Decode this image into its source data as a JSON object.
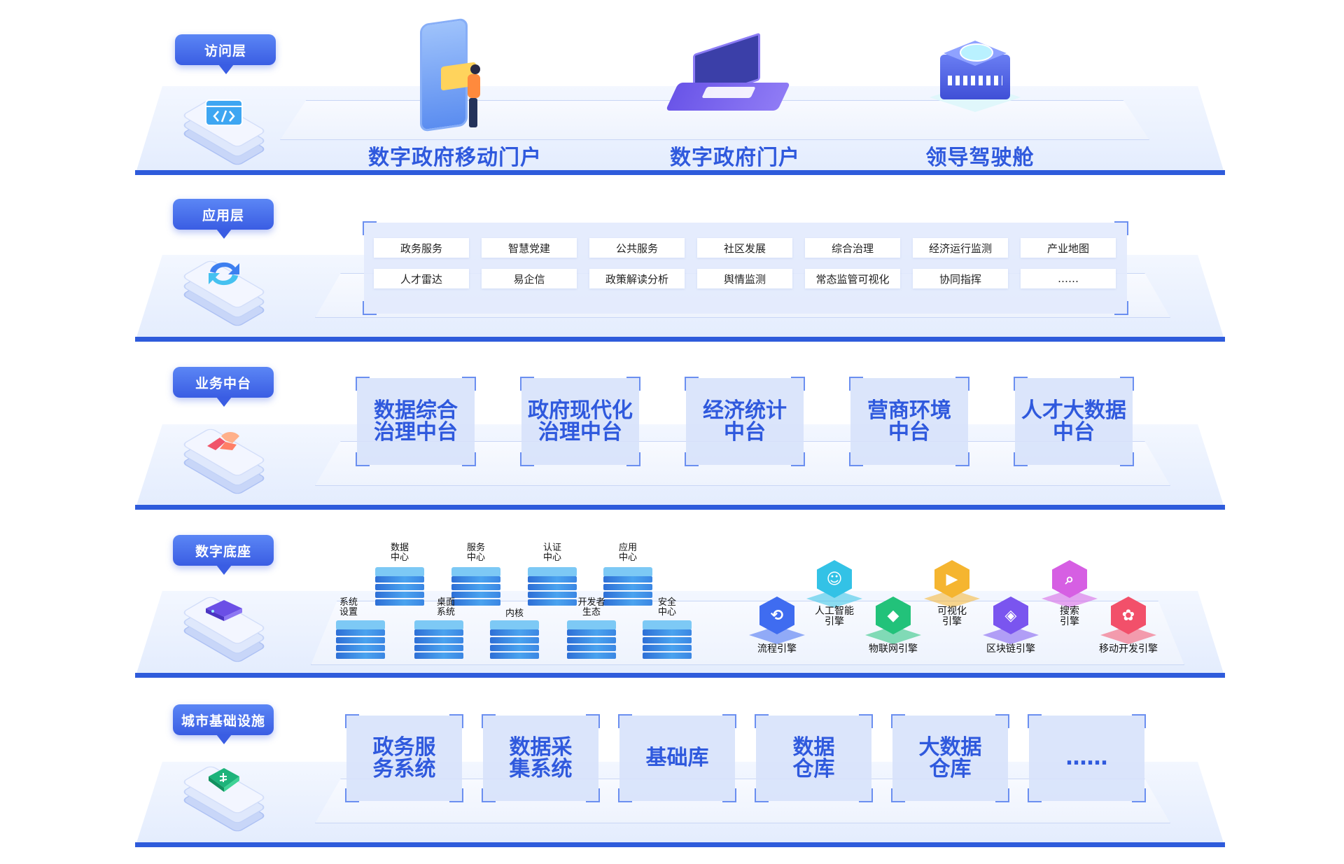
{
  "colors": {
    "accent": "#2f59dd",
    "baseline": "#2e5bdb",
    "tag": "#3a5de3",
    "platform": "#e3ecfd"
  },
  "layers": {
    "access": {
      "tag": "访问层",
      "icon": "code-window-icon",
      "portals": [
        "数字政府移动门户",
        "数字政府门户",
        "领导驾驶舱"
      ]
    },
    "application": {
      "tag": "应用层",
      "icon": "sync-arrows-icon",
      "items": [
        "政务服务",
        "智慧党建",
        "公共服务",
        "社区发展",
        "综合治理",
        "经济运行监测",
        "产业地图",
        "人才雷达",
        "易企信",
        "政策解读分析",
        "舆情监测",
        "常态监管可视化",
        "协同指挥",
        "……"
      ]
    },
    "business": {
      "tag": "业务中台",
      "icon": "handshake-icon",
      "items": [
        "数据综合\n治理中台",
        "政府现代化\n治理中台",
        "经济统计\n中台",
        "营商环境\n中台",
        "人才大数据\n中台"
      ]
    },
    "digital_base": {
      "tag": "数字底座",
      "icon": "server-board-icon",
      "servers_top": [
        "数据\n中心",
        "服务\n中心",
        "认证\n中心",
        "应用\n中心"
      ],
      "servers_bottom": [
        "系统\n设置",
        "桌面\n系统",
        "内核",
        "开发者\n生态",
        "安全\n中心"
      ],
      "engines": [
        {
          "label": "流程引擎",
          "icon": "flow-engine-icon",
          "color": "#3f6cf0"
        },
        {
          "label": "人工智能\n引擎",
          "icon": "ai-head-icon",
          "color": "#33c2e6"
        },
        {
          "label": "物联网引擎",
          "icon": "iot-leaf-icon",
          "color": "#22c27a"
        },
        {
          "label": "可视化\n引擎",
          "icon": "play-visual-icon",
          "color": "#f5b530"
        },
        {
          "label": "区块链引擎",
          "icon": "blockchain-icon",
          "color": "#7a55ef"
        },
        {
          "label": "搜索\n引擎",
          "icon": "search-icon",
          "color": "#d65fe3"
        },
        {
          "label": "移动开发引擎",
          "icon": "mobile-dev-icon",
          "color": "#f2506a"
        }
      ]
    },
    "infrastructure": {
      "tag": "城市基础设施",
      "icon": "shield-leaf-icon",
      "items": [
        "政务服\n务系统",
        "数据采\n集系统",
        "基础库",
        "数据\n仓库",
        "大数据\n仓库",
        "……"
      ]
    }
  }
}
